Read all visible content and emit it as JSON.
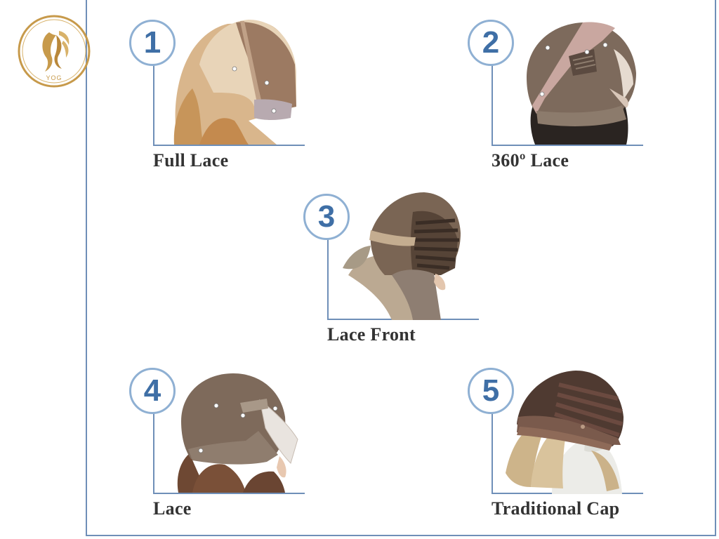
{
  "logo": {
    "text": "YOG",
    "icon": "woman-silhouette-logo-icon",
    "color": "#c79a4b"
  },
  "frame_color": "#6f8fb8",
  "number_color": "#3f6fa6",
  "wig_types": [
    {
      "number": "1",
      "label": "Full Lace",
      "image": "full-lace-wig-cap-image"
    },
    {
      "number": "2",
      "label": "360º Lace",
      "image": "360-lace-wig-cap-image"
    },
    {
      "number": "3",
      "label": "Lace Front",
      "image": "lace-front-wig-cap-image"
    },
    {
      "number": "4",
      "label": "Lace",
      "image": "lace-wig-cap-image"
    },
    {
      "number": "5",
      "label": "Traditional Cap",
      "image": "traditional-cap-wig-image"
    }
  ]
}
